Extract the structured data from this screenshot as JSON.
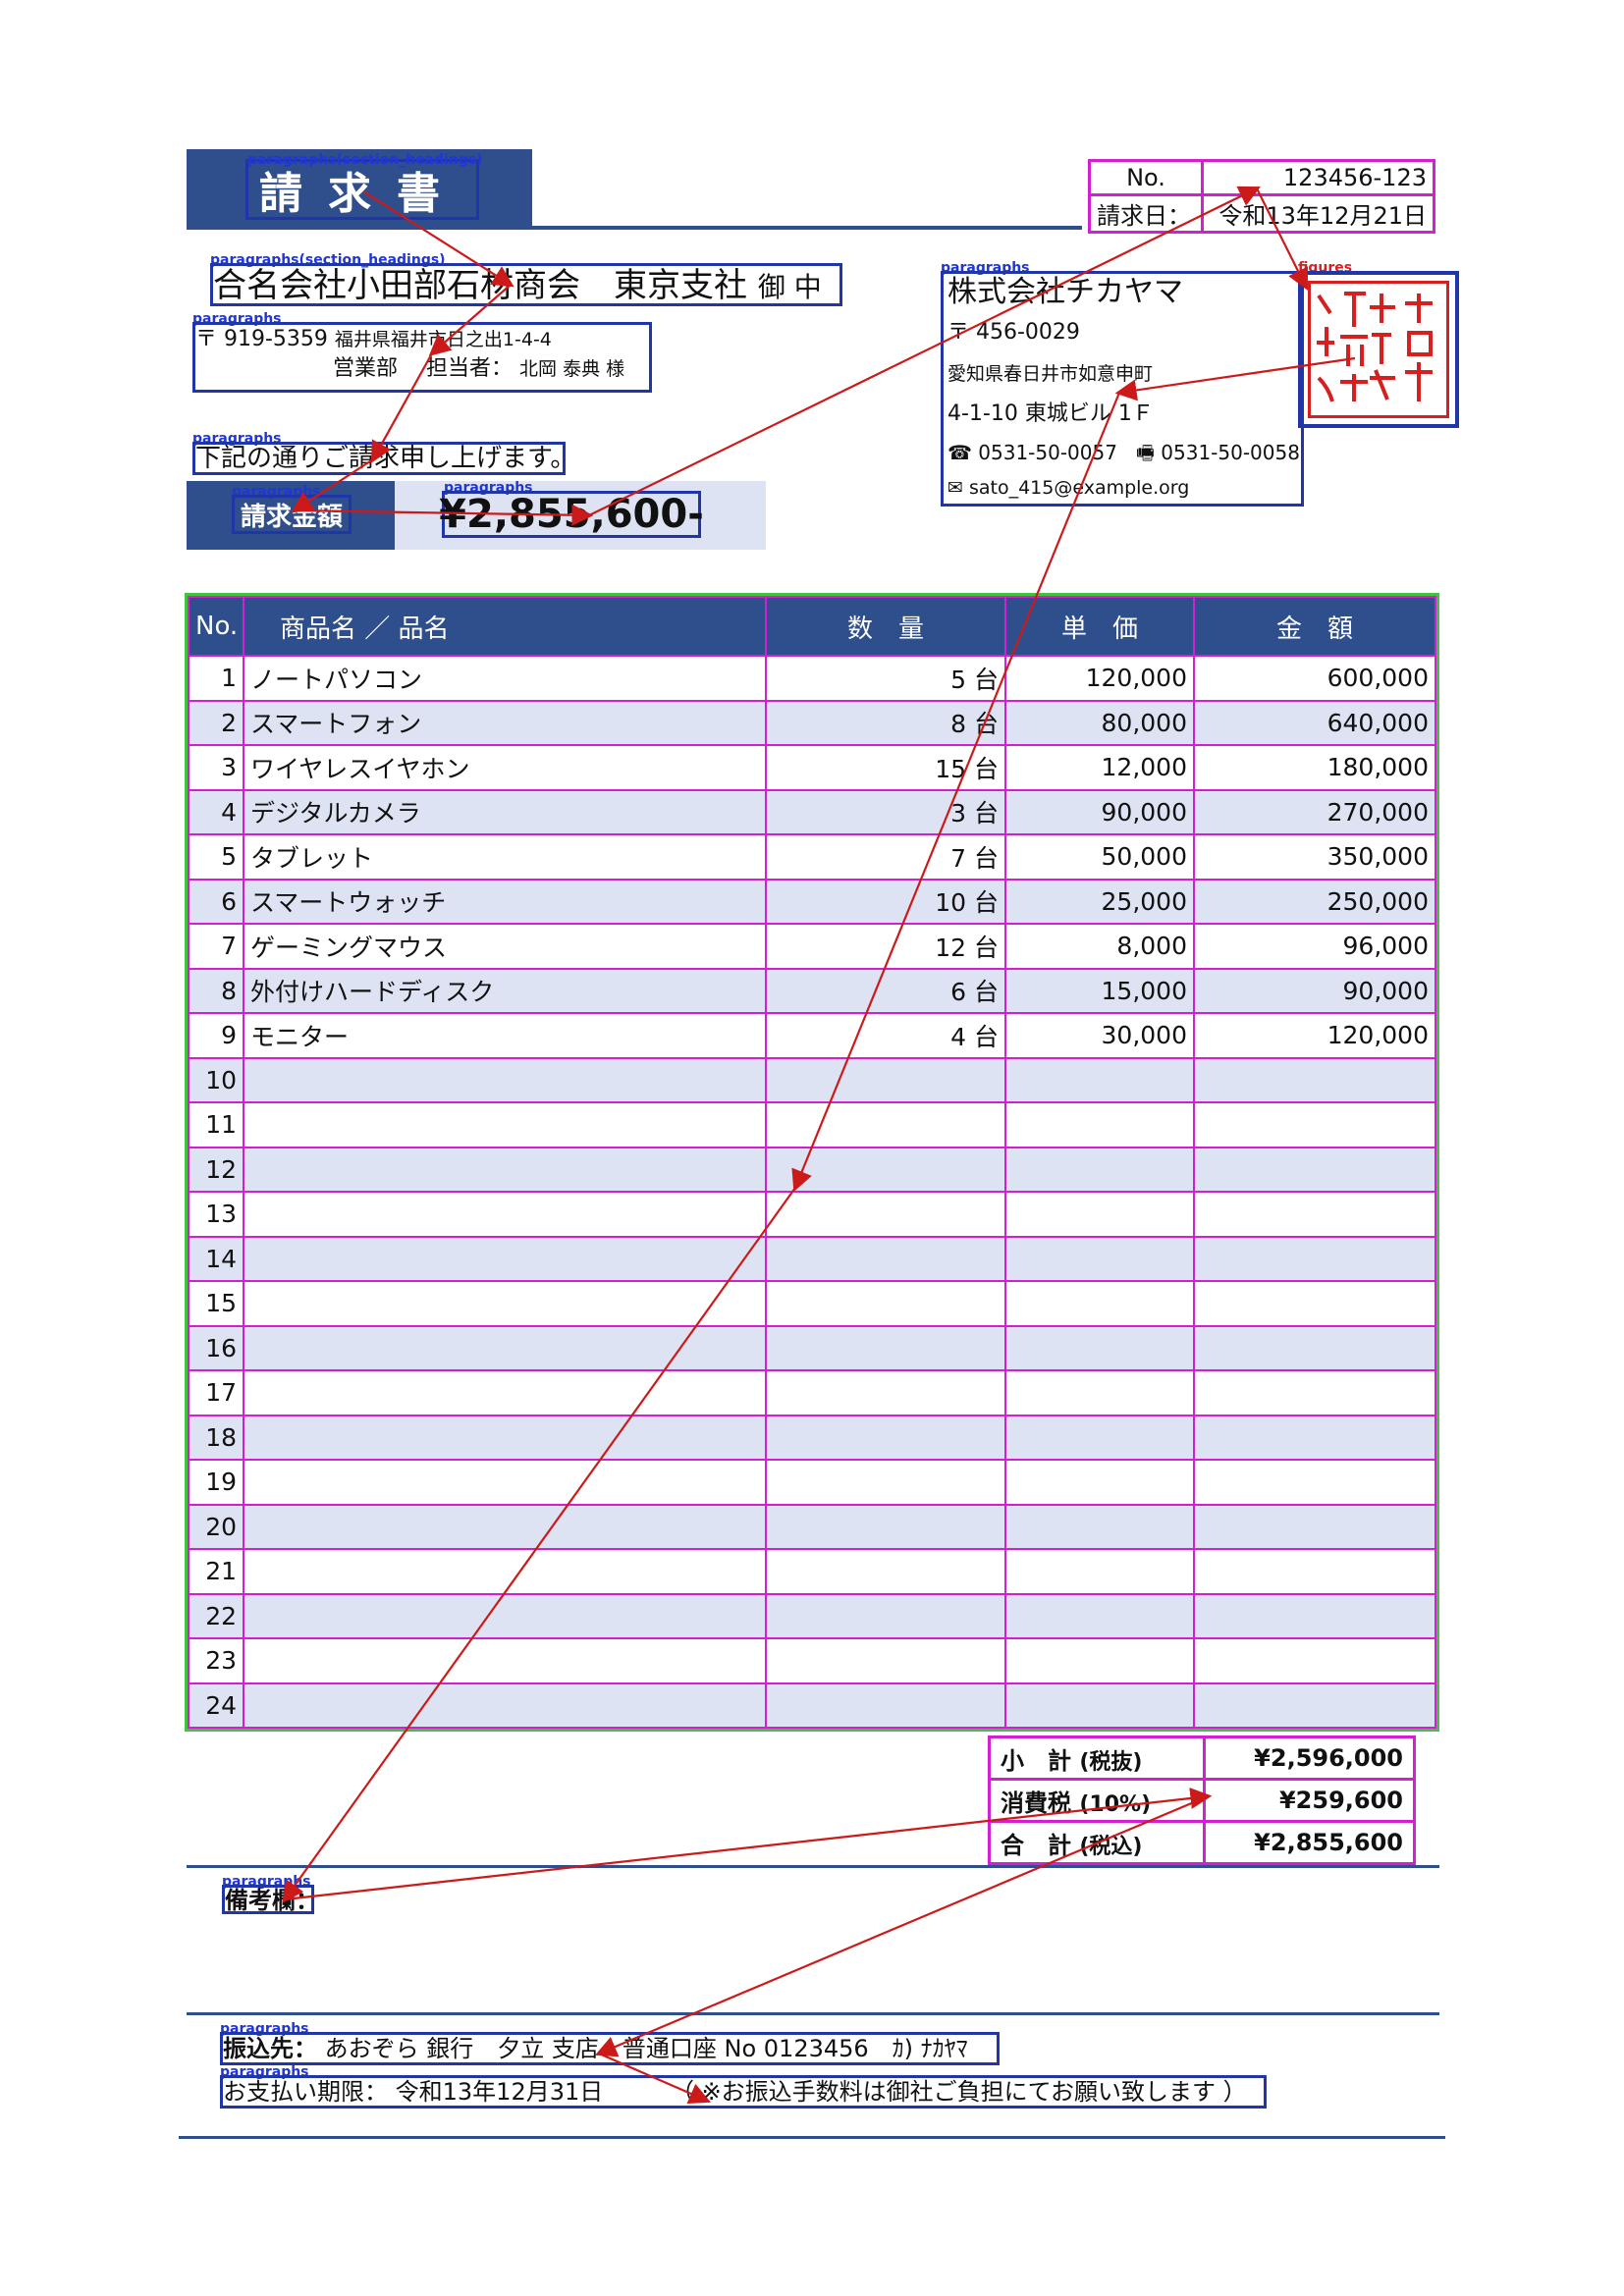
{
  "document": {
    "title": "請求書",
    "meta": {
      "no_label": "No.",
      "no_value": "123456-123",
      "date_label": "請求日：",
      "date_value": "令和13年12月21日"
    },
    "recipient": {
      "name": "合名会社小田部石材商会　東京支社",
      "suffix": "御 中",
      "postal": "〒 919-5359",
      "address": "福井県福井市日之出1-4-4",
      "department": "営業部",
      "contact_label": "担当者：",
      "contact_name": "北岡 泰典 様"
    },
    "issuer": {
      "company": "株式会社チカヤマ",
      "postal": "〒 456-0029",
      "address1": "愛知県春日井市如意申町",
      "address2": "4-1-10 東城ビル 1Ｆ",
      "tel": "☎ 0531-50-0057",
      "fax": "🖷 0531-50-0058",
      "email": "✉ sato_415@example.org",
      "stamp_text": "株式会社日本サンプル認証"
    },
    "notice": "下記の通りご請求申し上げます。",
    "amount_label": "請求金額",
    "amount_value": "¥2,855,600-"
  },
  "items_table": {
    "headers": [
      "No.",
      "商品名 ／ 品名",
      "数　量",
      "単　価",
      "金　額"
    ],
    "rows": [
      {
        "no": "1",
        "name": "ノートパソコン",
        "qty": "5 台",
        "price": "120,000",
        "amount": "600,000"
      },
      {
        "no": "2",
        "name": "スマートフォン",
        "qty": "8 台",
        "price": "80,000",
        "amount": "640,000"
      },
      {
        "no": "3",
        "name": "ワイヤレスイヤホン",
        "qty": "15 台",
        "price": "12,000",
        "amount": "180,000"
      },
      {
        "no": "4",
        "name": "デジタルカメラ",
        "qty": "3 台",
        "price": "90,000",
        "amount": "270,000"
      },
      {
        "no": "5",
        "name": "タブレット",
        "qty": "7 台",
        "price": "50,000",
        "amount": "350,000"
      },
      {
        "no": "6",
        "name": "スマートウォッチ",
        "qty": "10 台",
        "price": "25,000",
        "amount": "250,000"
      },
      {
        "no": "7",
        "name": "ゲーミングマウス",
        "qty": "12 台",
        "price": "8,000",
        "amount": "96,000"
      },
      {
        "no": "8",
        "name": "外付けハードディスク",
        "qty": "6 台",
        "price": "15,000",
        "amount": "90,000"
      },
      {
        "no": "9",
        "name": "モニター",
        "qty": "4 台",
        "price": "30,000",
        "amount": "120,000"
      },
      {
        "no": "10",
        "name": "",
        "qty": "",
        "price": "",
        "amount": ""
      },
      {
        "no": "11",
        "name": "",
        "qty": "",
        "price": "",
        "amount": ""
      },
      {
        "no": "12",
        "name": "",
        "qty": "",
        "price": "",
        "amount": ""
      },
      {
        "no": "13",
        "name": "",
        "qty": "",
        "price": "",
        "amount": ""
      },
      {
        "no": "14",
        "name": "",
        "qty": "",
        "price": "",
        "amount": ""
      },
      {
        "no": "15",
        "name": "",
        "qty": "",
        "price": "",
        "amount": ""
      },
      {
        "no": "16",
        "name": "",
        "qty": "",
        "price": "",
        "amount": ""
      },
      {
        "no": "17",
        "name": "",
        "qty": "",
        "price": "",
        "amount": ""
      },
      {
        "no": "18",
        "name": "",
        "qty": "",
        "price": "",
        "amount": ""
      },
      {
        "no": "19",
        "name": "",
        "qty": "",
        "price": "",
        "amount": ""
      },
      {
        "no": "20",
        "name": "",
        "qty": "",
        "price": "",
        "amount": ""
      },
      {
        "no": "21",
        "name": "",
        "qty": "",
        "price": "",
        "amount": ""
      },
      {
        "no": "22",
        "name": "",
        "qty": "",
        "price": "",
        "amount": ""
      },
      {
        "no": "23",
        "name": "",
        "qty": "",
        "price": "",
        "amount": ""
      },
      {
        "no": "24",
        "name": "",
        "qty": "",
        "price": "",
        "amount": ""
      }
    ]
  },
  "totals": {
    "subtotal_label": "小　計",
    "subtotal_note": "(税抜)",
    "subtotal_value": "¥2,596,000",
    "tax_label": "消費税",
    "tax_note": "(10%)",
    "tax_value": "¥259,600",
    "total_label": "合　計",
    "total_note": "(税込)",
    "total_value": "¥2,855,600"
  },
  "remarks_label": "備考欄：",
  "bank": {
    "label": "振込先：",
    "value": "あおぞら 銀行　夕立 支店　普通口座 No 0123456　ｶ) ﾅｶﾔﾏ"
  },
  "deadline": {
    "label": "お支払い期限：",
    "value": "令和13年12月31日",
    "note": "（ ※お振込手数料は御社ご負担にてお願い致します ）"
  },
  "annotations": {
    "section_heading": "paragraphs(section_headings)",
    "paragraph": "paragraphs",
    "figure": "figures"
  },
  "colors": {
    "navy": "#2f4e8c",
    "pale_row": "#dde3f2",
    "annotation_blue": "#1f35a8",
    "annotation_magenta": "#d21fd2",
    "annotation_green": "#41c341",
    "arrow_red": "#cc1a1a"
  }
}
